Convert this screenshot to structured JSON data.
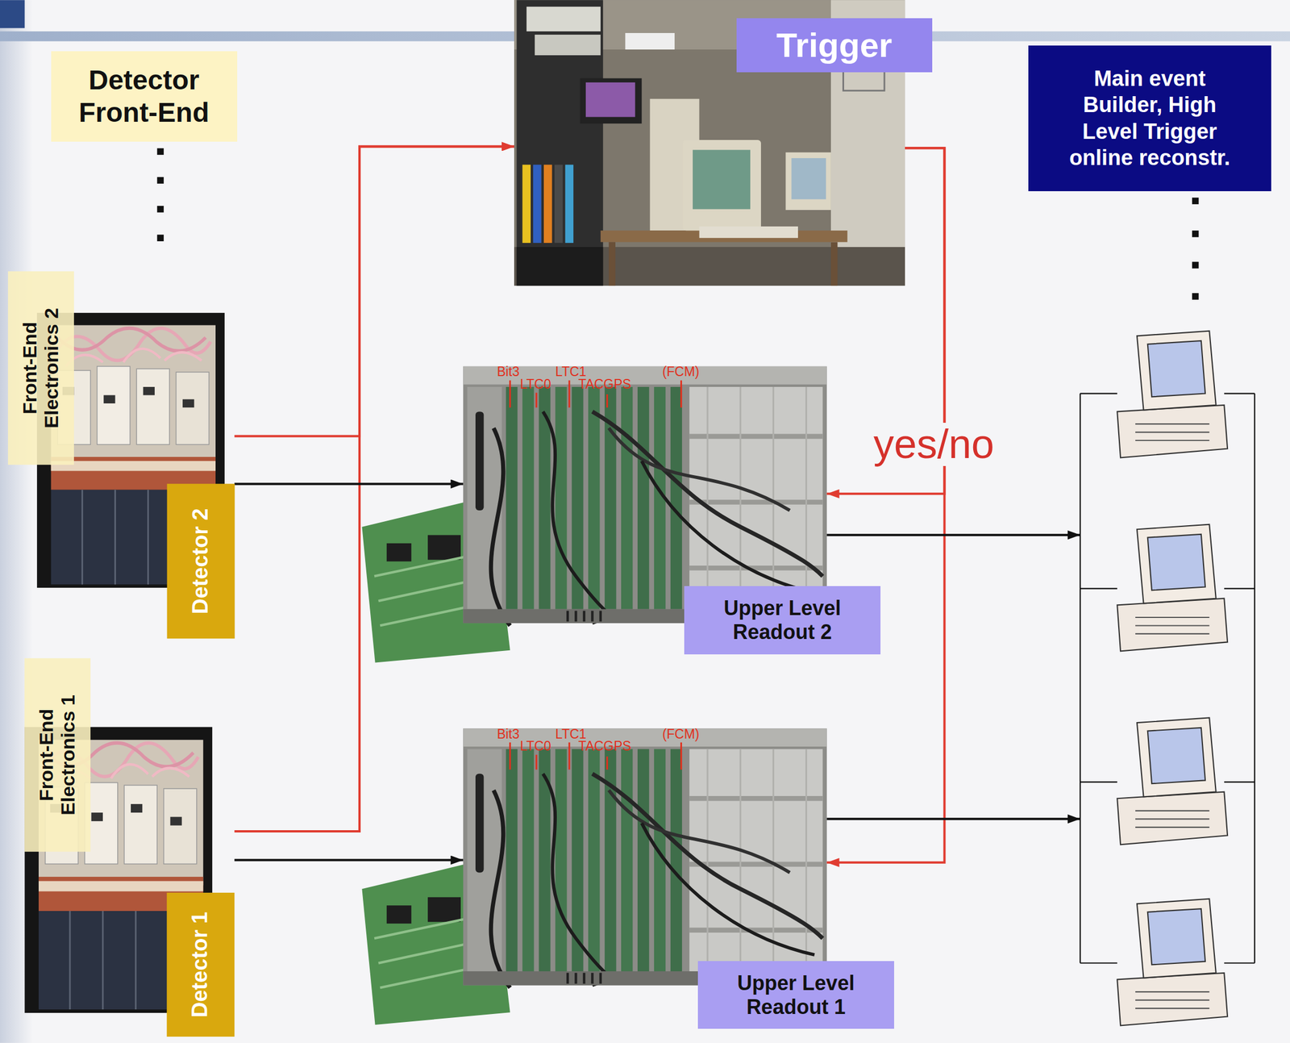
{
  "diagram": {
    "nodes": [
      {
        "text": [
          "Detector Front-End"
        ]
      },
      {
        "text": [
          "Trigger"
        ]
      },
      {
        "text": [
          "Main event Builder, High Level Trigger online reconstr."
        ]
      },
      {
        "text": [
          "Front-End Electronics 2",
          "Detector 2"
        ]
      },
      {
        "text": [
          "Upper Level Readout 2"
        ]
      },
      {
        "text": [
          "Front-End Electronics 1",
          "Detector 1"
        ]
      },
      {
        "text": [
          "Upper Level Readout 1"
        ]
      }
    ],
    "edges": [
      {
        "from": 3,
        "to": 1,
        "arrow": "to"
      },
      {
        "from": 5,
        "to": 1,
        "arrow": "to"
      },
      {
        "from": 3,
        "to": 4,
        "arrow": "to"
      },
      {
        "from": 5,
        "to": 6,
        "arrow": "to"
      },
      {
        "from": 1,
        "to": 4,
        "label": "yes/no",
        "arrow": "to"
      },
      {
        "from": 1,
        "to": 6,
        "arrow": "to"
      },
      {
        "from": 4,
        "to": 2,
        "arrow": "to"
      },
      {
        "from": 6,
        "to": 2,
        "arrow": "to"
      }
    ],
    "labels": [
      "Bit3",
      "LTC0",
      "LTC1",
      "TACGPS",
      "(FCM)",
      "Bit3",
      "LTC0",
      "LTC1",
      "TACGPS",
      "(FCM)"
    ]
  }
}
